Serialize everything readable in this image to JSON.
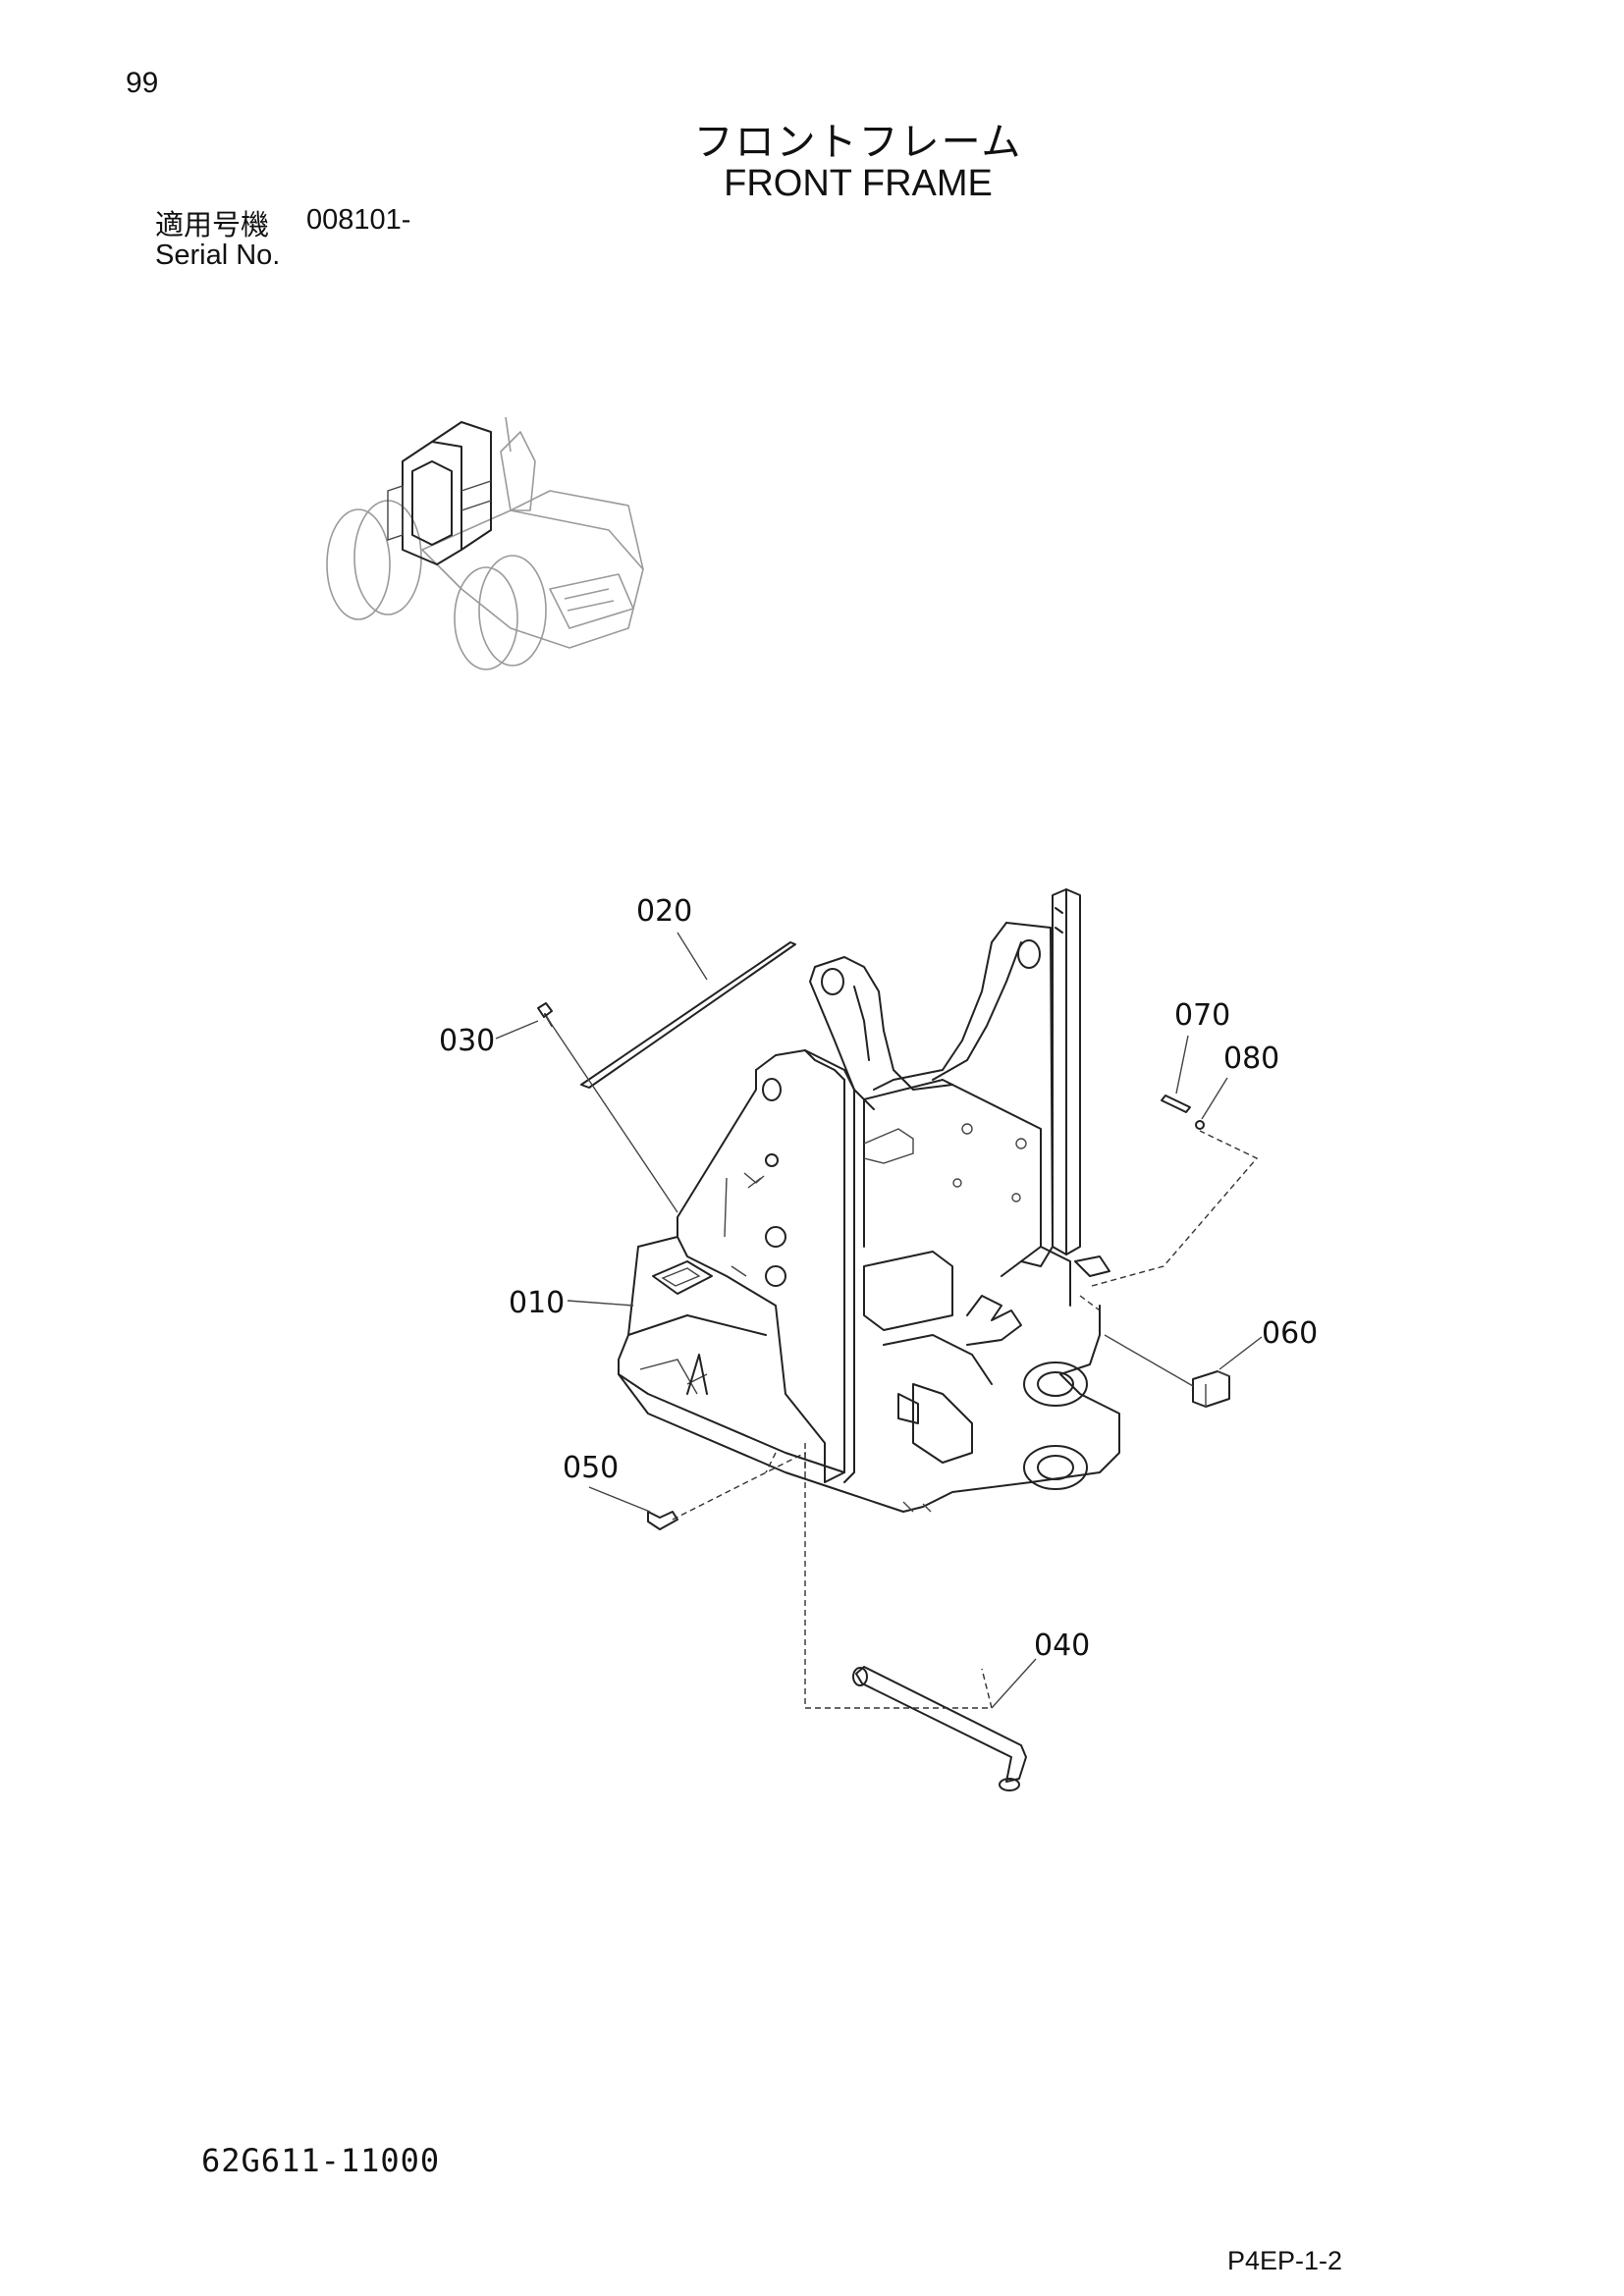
{
  "header": {
    "page_number": "99",
    "title_jp": "フロントフレーム",
    "title_en": "FRONT FRAME",
    "serial_label_jp": "適用号機",
    "serial_value": "008101-",
    "serial_label_en": "Serial No."
  },
  "callouts": [
    {
      "id": "010",
      "label": "010"
    },
    {
      "id": "020",
      "label": "020"
    },
    {
      "id": "030",
      "label": "030"
    },
    {
      "id": "040",
      "label": "040"
    },
    {
      "id": "050",
      "label": "050"
    },
    {
      "id": "060",
      "label": "060"
    },
    {
      "id": "070",
      "label": "070"
    },
    {
      "id": "080",
      "label": "080"
    }
  ],
  "footer": {
    "part_number": "62G611-11000",
    "page_code": "P4EP-1-2"
  }
}
